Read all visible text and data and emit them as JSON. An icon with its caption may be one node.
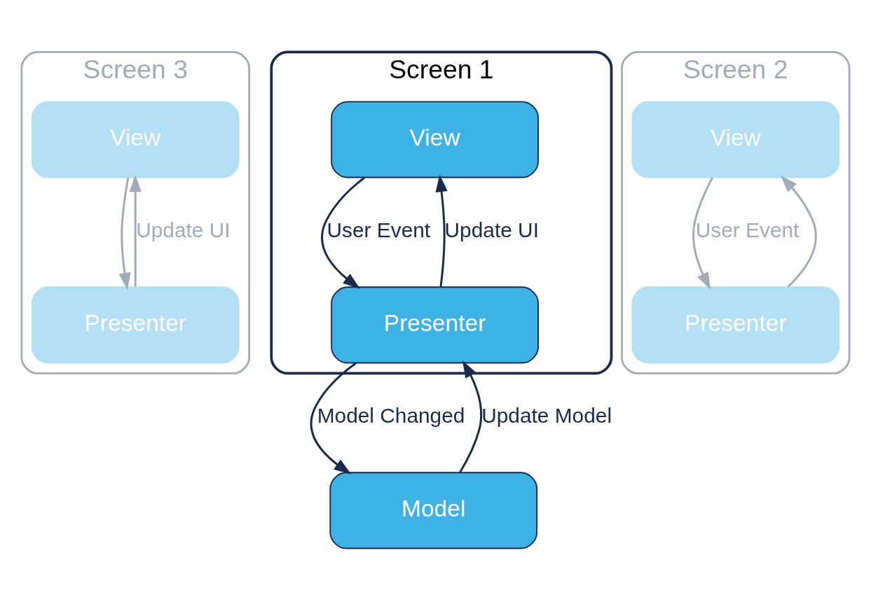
{
  "diagram": {
    "nodes": [
      {
        "text": [
          "Screen 3"
        ]
      },
      {
        "text": [
          "View"
        ],
        "in": 0
      },
      {
        "text": [
          "Presenter"
        ],
        "in": 0
      },
      {
        "text": [
          "Screen 1"
        ]
      },
      {
        "text": [
          "View"
        ],
        "in": 3
      },
      {
        "text": [
          "Presenter"
        ],
        "in": 3
      },
      {
        "text": [
          "Screen 2"
        ]
      },
      {
        "text": [
          "View"
        ],
        "in": 6
      },
      {
        "text": [
          "Presenter"
        ],
        "in": 6
      },
      {
        "text": [
          "Model"
        ]
      }
    ],
    "edges": [
      {
        "from": 2,
        "to": 1,
        "arrow": "to",
        "label": "Update UI",
        "color": "#a3abb8"
      },
      {
        "from": 1,
        "to": 2,
        "arrow": "to",
        "color": "#a3abb8"
      },
      {
        "from": 5,
        "to": 4,
        "arrow": "to",
        "label": "Update UI",
        "color": "#1b2a4a"
      },
      {
        "from": 4,
        "to": 5,
        "arrow": "to",
        "label": "User Event",
        "color": "#1b2a4a"
      },
      {
        "from": 8,
        "to": 7,
        "arrow": "to",
        "color": "#a3abb8"
      },
      {
        "from": 7,
        "to": 8,
        "arrow": "to",
        "label": "User Event",
        "color": "#a3abb8"
      },
      {
        "from": 9,
        "to": 5,
        "arrow": "to",
        "label": "Update Model",
        "color": "#1b2a4a"
      },
      {
        "from": 5,
        "to": 9,
        "arrow": "to",
        "label": "Model Changed",
        "color": "#1b2a4a"
      }
    ]
  }
}
